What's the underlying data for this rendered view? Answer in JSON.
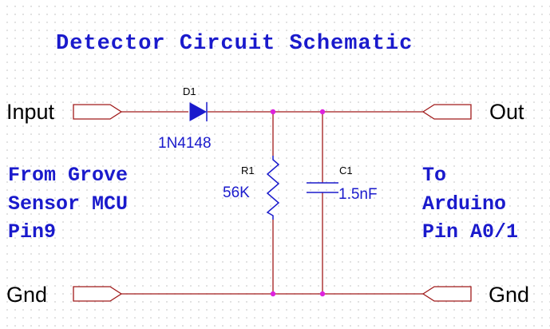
{
  "title": "Detector Circuit Schematic",
  "ports": {
    "input": "Input",
    "gnd_left": "Gnd",
    "out": "Out",
    "gnd_right": "Gnd"
  },
  "notes": {
    "left": [
      "From Grove",
      "Sensor MCU",
      "Pin9"
    ],
    "right": [
      "To",
      "Arduino",
      "Pin A0/1"
    ]
  },
  "components": {
    "diode": {
      "ref": "D1",
      "value": "1N4148"
    },
    "resistor": {
      "ref": "R1",
      "value": "56K"
    },
    "capacitor": {
      "ref": "C1",
      "value": "1.5nF"
    }
  },
  "colors": {
    "wire": "#a01a1a",
    "component": "#1a1acc",
    "junction": "#dd22dd",
    "text": "#000000"
  }
}
